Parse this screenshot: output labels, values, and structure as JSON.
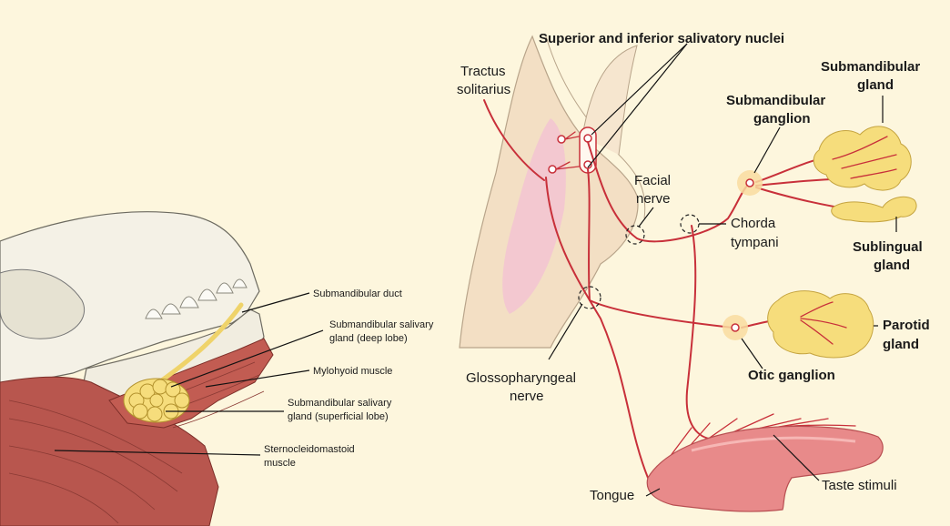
{
  "left_panel": {
    "labels": {
      "submandibular_duct": "Submandibular duct",
      "gland_deep_1": "Submandibular salivary",
      "gland_deep_2": "gland (deep lobe)",
      "mylohyoid": "Mylohyoid muscle",
      "gland_superficial_1": "Submandibular salivary",
      "gland_superficial_2": "gland (superficial lobe)",
      "sterno_1": "Sternocleidomastoid",
      "sterno_2": "muscle"
    }
  },
  "right_panel": {
    "labels": {
      "nuclei": "Superior and inferior salivatory nuclei",
      "tractus_1": "Tractus",
      "tractus_2": "solitarius",
      "facial_1": "Facial",
      "facial_2": "nerve",
      "chorda_1": "Chorda",
      "chorda_2": "tympani",
      "glosso_1": "Glossopharyngeal",
      "glosso_2": "nerve",
      "sub_ganglion_1": "Submandibular",
      "sub_ganglion_2": "ganglion",
      "sub_gland_1": "Submandibular",
      "sub_gland_2": "gland",
      "sublingual_1": "Sublingual",
      "sublingual_2": "gland",
      "parotid_1": "Parotid",
      "parotid_2": "gland",
      "otic": "Otic ganglion",
      "tongue": "Tongue",
      "taste": "Taste stimuli"
    }
  },
  "colors": {
    "background": "#fdf6dd",
    "nerve": "#c8303a",
    "gland": "#f6dd7c",
    "brainstem": "#f3dfc4",
    "nucleus_zone": "#f2c4d2",
    "tongue": "#e88a8a",
    "muscle": "#b8564e"
  }
}
